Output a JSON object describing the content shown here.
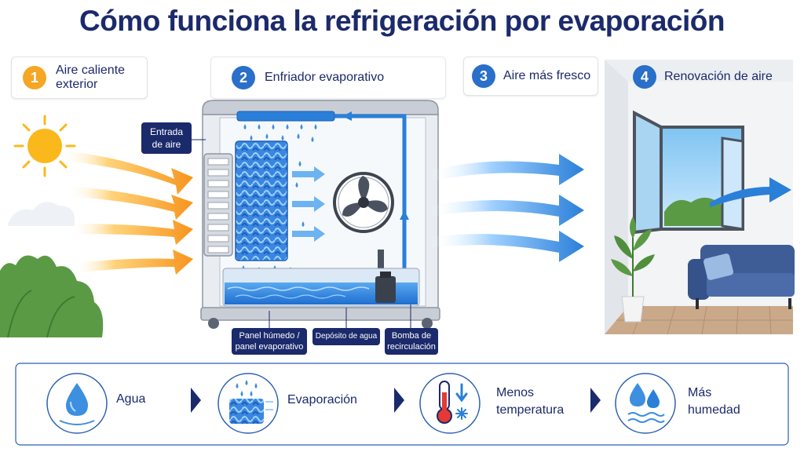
{
  "title": "Cómo funciona la refrigeración por evaporación",
  "steps": [
    {
      "number": "1",
      "label_line1": "Aire caliente",
      "label_line2": "exterior",
      "color": "#f5a623"
    },
    {
      "number": "2",
      "label": "Enfriador evaporativo",
      "color": "#2a6fc9"
    },
    {
      "number": "3",
      "label": "Aire más fresco",
      "color": "#2a6fc9"
    },
    {
      "number": "4",
      "label": "Renovación de aire",
      "color": "#2a6fc9"
    }
  ],
  "labels": {
    "entrada_line1": "Entrada",
    "entrada_line2": "de aire",
    "panel_line1": "Panel húmedo /",
    "panel_line2": "panel evaporativo",
    "deposito": "Depósito de agua",
    "bomba_line1": "Bomba de",
    "bomba_line2": "recirculación"
  },
  "legend": [
    {
      "text_line1": "Agua",
      "icon": "water-drop-icon"
    },
    {
      "text_line1": "Evaporación",
      "icon": "evaporation-icon"
    },
    {
      "text_line1": "Menos",
      "text_line2": "temperatura",
      "icon": "thermometer-icon"
    },
    {
      "text_line1": "Más",
      "text_line2": "humedad",
      "icon": "humidity-icon"
    }
  ],
  "colors": {
    "navy": "#1b2a6b",
    "hot": "#f5a623",
    "cool": "#2a7fd9",
    "water": "#3d8fe0"
  }
}
